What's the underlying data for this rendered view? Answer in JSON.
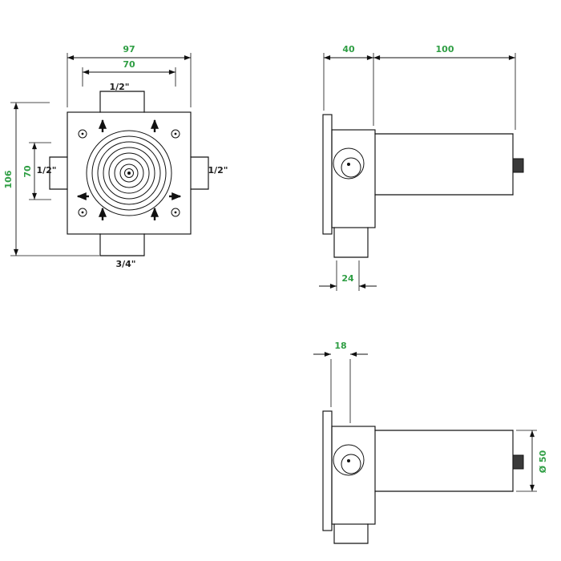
{
  "colors": {
    "line": "#111111",
    "dimension_text": "#2f9e44",
    "port_label_text": "#1c1c1c"
  },
  "front_view": {
    "dim_width_total": "97",
    "dim_width_inner": "70",
    "dim_height_total": "106",
    "dim_height_inner": "70",
    "port_top": "1/2\"",
    "port_left": "1/2\"",
    "port_right": "1/2\"",
    "port_bottom": "3/4\""
  },
  "side_view_upper": {
    "dim_flange_depth": "40",
    "dim_body_length": "100",
    "dim_outlet_offset": "24"
  },
  "side_view_lower": {
    "dim_face_offset": "18",
    "dim_body_diameter": "Ø 50"
  }
}
